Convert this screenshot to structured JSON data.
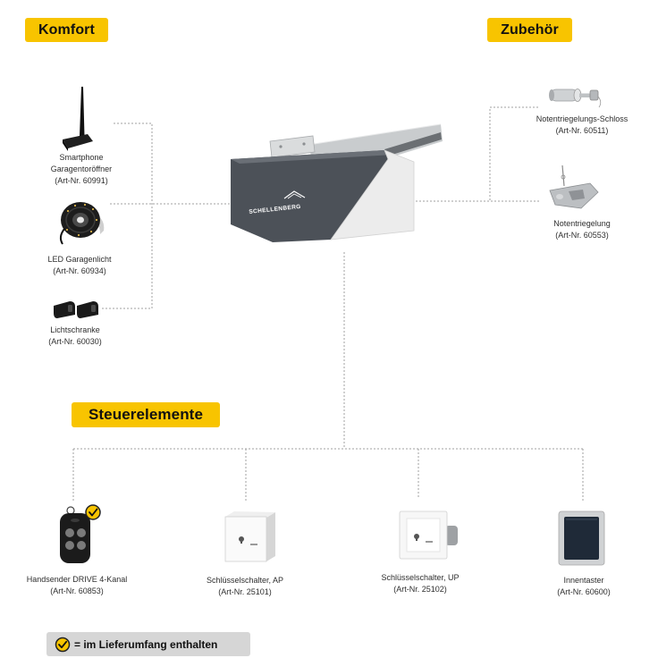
{
  "komfort": {
    "title": "Komfort",
    "items": [
      {
        "name": [
          "Smartphone",
          "Garagentoröffner"
        ],
        "article": "(Art-Nr. 60991)",
        "icon": "antenna-icon"
      },
      {
        "name": [
          "LED Garagenlicht"
        ],
        "article": "(Art-Nr. 60934)",
        "icon": "led-strip-icon"
      },
      {
        "name": [
          "Lichtschranke"
        ],
        "article": "(Art-Nr. 60030)",
        "icon": "light-barrier-icon"
      }
    ]
  },
  "zubehoer": {
    "title": "Zubehör",
    "items": [
      {
        "name": [
          "Notentriegelungs-Schloss"
        ],
        "article": "(Art-Nr. 60511)",
        "icon": "lock-key-icon"
      },
      {
        "name": [
          "Notentriegelung"
        ],
        "article": "(Art-Nr. 60553)",
        "icon": "emergency-release-icon"
      }
    ]
  },
  "steuerelemente": {
    "title": "Steuerelemente",
    "items": [
      {
        "name": [
          "Handsender DRIVE 4-Kanal"
        ],
        "article": "(Art-Nr. 60853)",
        "icon": "remote-control-icon",
        "included": true
      },
      {
        "name": [
          "Schlüsselschalter, AP"
        ],
        "article": "(Art-Nr. 25101)",
        "icon": "key-switch-ap-icon",
        "included": false
      },
      {
        "name": [
          "Schlüsselschalter, UP"
        ],
        "article": "(Art-Nr. 25102)",
        "icon": "key-switch-up-icon",
        "included": false
      },
      {
        "name": [
          "Innentaster"
        ],
        "article": "(Art-Nr. 60600)",
        "icon": "push-button-icon",
        "included": false
      }
    ]
  },
  "motor": {
    "brand": "SCHELLENBERG",
    "icon": "garage-door-opener-icon"
  },
  "legend": {
    "text": "= im Lieferumfang enthalten",
    "icon": "check-icon"
  },
  "colors": {
    "badge": "#f8c400",
    "connector": "#a0a0a0",
    "motor_dark": "#4c5158",
    "motor_light": "#ececec",
    "legend_bg": "#d6d6d6",
    "text": "#2e2e2e"
  }
}
